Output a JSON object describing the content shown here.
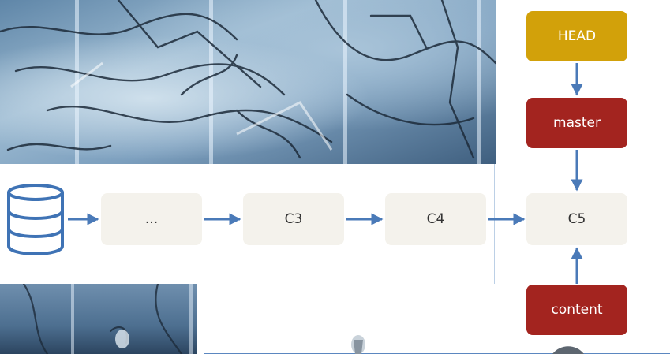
{
  "colors": {
    "head_fill": "#d2a10a",
    "branch_fill": "#a3241f",
    "commit_fill": "#f4f2ec",
    "arrow": "#4a7ab8",
    "database_stroke": "#3f73b5"
  },
  "database": {
    "icon": "database-icon"
  },
  "commits": [
    {
      "id": "ellipsis",
      "label": "..."
    },
    {
      "id": "c3",
      "label": "C3"
    },
    {
      "id": "c4",
      "label": "C4"
    },
    {
      "id": "c5",
      "label": "C5"
    }
  ],
  "refs": {
    "head": {
      "label": "HEAD"
    },
    "master": {
      "label": "master"
    },
    "content": {
      "label": "content"
    }
  }
}
